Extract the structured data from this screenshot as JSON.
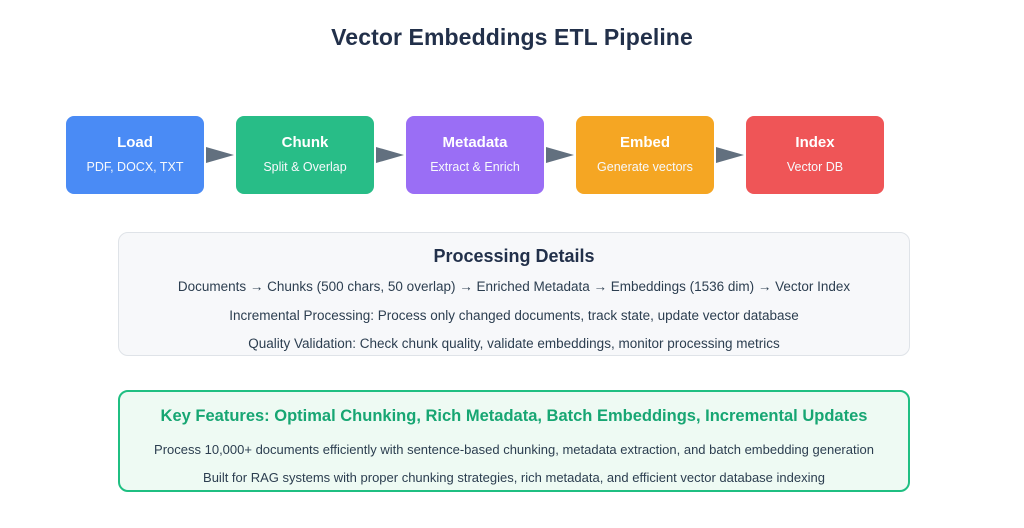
{
  "title": "Vector Embeddings ETL Pipeline",
  "colors": {
    "load": "#4a8bf5",
    "chunk": "#28bd87",
    "metadata": "#9a6ef5",
    "embed": "#f5a623",
    "index": "#ef5557",
    "arrow": "#62707f",
    "features_accent": "#17a673",
    "features_border": "#1fbf82",
    "features_bg": "#eefaf3",
    "details_bg": "#f7f8fa",
    "text": "#2c3e50",
    "heading": "#22304a"
  },
  "pipeline": {
    "arrow_icon": "arrow-right-triangle-icon",
    "stages": [
      {
        "id": "load",
        "title": "Load",
        "subtitle": "PDF, DOCX, TXT"
      },
      {
        "id": "chunk",
        "title": "Chunk",
        "subtitle": "Split & Overlap"
      },
      {
        "id": "metadata",
        "title": "Metadata",
        "subtitle": "Extract & Enrich"
      },
      {
        "id": "embed",
        "title": "Embed",
        "subtitle": "Generate vectors"
      },
      {
        "id": "index",
        "title": "Index",
        "subtitle": "Vector DB"
      }
    ]
  },
  "details": {
    "heading": "Processing Details",
    "lines": [
      "Documents → Chunks (500 chars, 50 overlap) → Enriched Metadata → Embeddings (1536 dim) → Vector Index",
      "Incremental Processing: Process only changed documents, track state, update vector database",
      "Quality Validation: Check chunk quality, validate embeddings, monitor processing metrics"
    ]
  },
  "features": {
    "heading": "Key Features: Optimal Chunking, Rich Metadata, Batch Embeddings, Incremental Updates",
    "lines": [
      "Process 10,000+ documents efficiently with sentence-based chunking, metadata extraction, and batch embedding generation",
      "Built for RAG systems with proper chunking strategies, rich metadata, and efficient vector database indexing"
    ]
  }
}
